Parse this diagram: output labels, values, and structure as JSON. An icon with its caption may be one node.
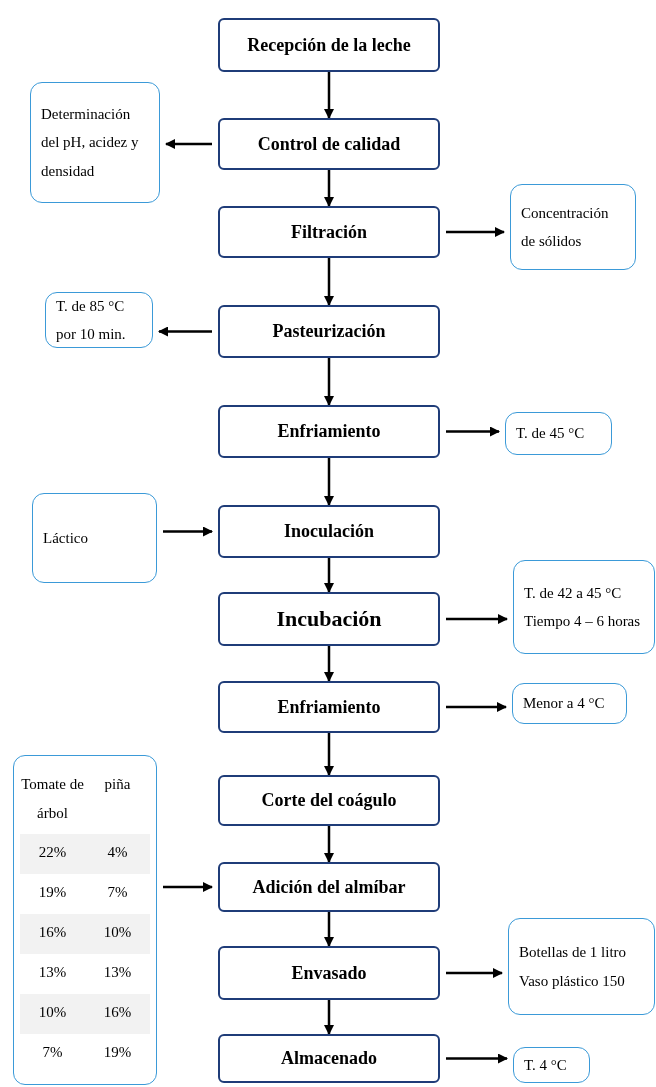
{
  "diagram": {
    "nodes": [
      {
        "text": [
          "Recepción de la leche"
        ]
      },
      {
        "text": [
          "Control de calidad"
        ]
      },
      {
        "text": [
          "Filtración"
        ]
      },
      {
        "text": [
          "Pasteurización"
        ]
      },
      {
        "text": [
          "Enfriamiento"
        ]
      },
      {
        "text": [
          "Inoculación"
        ]
      },
      {
        "text": [
          "Incubación"
        ]
      },
      {
        "text": [
          "Enfriamiento"
        ]
      },
      {
        "text": [
          "Corte del coágulo"
        ]
      },
      {
        "text": [
          "Adición del almíbar"
        ]
      },
      {
        "text": [
          "Envasado"
        ]
      },
      {
        "text": [
          "Almacenado"
        ]
      },
      {
        "text": [
          "Determinación del pH, acidez y densidad"
        ]
      },
      {
        "text": [
          "Concentración de sólidos"
        ]
      },
      {
        "text": [
          "T. de 85 °C por 10 min."
        ]
      },
      {
        "text": [
          "T. de 45 °C"
        ]
      },
      {
        "text": [
          "Láctico"
        ]
      },
      {
        "text": [
          "T. de 42 a 45 °C",
          "Tiempo 4 – 6 horas"
        ]
      },
      {
        "text": [
          "Menor a 4 °C"
        ]
      },
      {
        "text": [
          "Tomate de árbol",
          "piña",
          "22%",
          "4%",
          "19%",
          "7%",
          "16%",
          "10%",
          "13%",
          "13%",
          "10%",
          "16%",
          "7%",
          "19%"
        ]
      },
      {
        "text": [
          "Botellas de 1 litro",
          "Vaso plástico 150"
        ]
      },
      {
        "text": [
          "T. 4 °C"
        ]
      }
    ],
    "edges": [
      {
        "from": 0,
        "to": 1,
        "arrow": "to"
      },
      {
        "from": 1,
        "to": 2,
        "arrow": "to"
      },
      {
        "from": 2,
        "to": 3,
        "arrow": "to"
      },
      {
        "from": 3,
        "to": 4,
        "arrow": "to"
      },
      {
        "from": 4,
        "to": 5,
        "arrow": "to"
      },
      {
        "from": 5,
        "to": 6,
        "arrow": "to"
      },
      {
        "from": 6,
        "to": 7,
        "arrow": "to"
      },
      {
        "from": 7,
        "to": 8,
        "arrow": "to"
      },
      {
        "from": 8,
        "to": 9,
        "arrow": "to"
      },
      {
        "from": 9,
        "to": 10,
        "arrow": "to"
      },
      {
        "from": 10,
        "to": 11,
        "arrow": "to"
      },
      {
        "from": 1,
        "to": 12,
        "arrow": "to"
      },
      {
        "from": 2,
        "to": 13,
        "arrow": "to"
      },
      {
        "from": 3,
        "to": 14,
        "arrow": "to"
      },
      {
        "from": 4,
        "to": 15,
        "arrow": "to"
      },
      {
        "from": 16,
        "to": 5,
        "arrow": "to"
      },
      {
        "from": 6,
        "to": 17,
        "arrow": "to"
      },
      {
        "from": 7,
        "to": 18,
        "arrow": "to"
      },
      {
        "from": 19,
        "to": 9,
        "arrow": "to"
      },
      {
        "from": 10,
        "to": 20,
        "arrow": "to"
      },
      {
        "from": 11,
        "to": 21,
        "arrow": "to"
      }
    ]
  }
}
